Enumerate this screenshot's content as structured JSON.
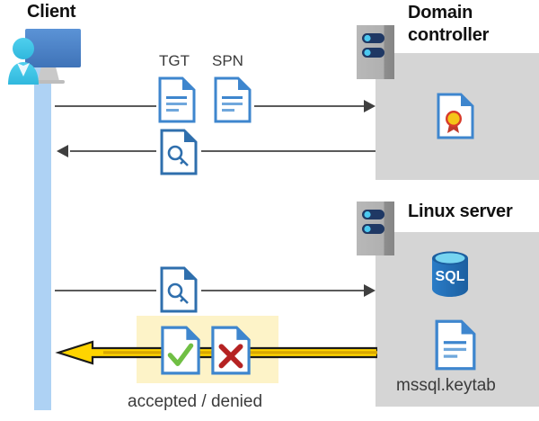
{
  "diagram": {
    "title_client": "Client",
    "title_domain_controller": "Domain\ncontroller",
    "title_domain_controller_line1": "Domain",
    "title_domain_controller_line2": "controller",
    "title_linux_server": "Linux server",
    "label_tgt": "TGT",
    "label_spn": "SPN",
    "label_keytab": "mssql.keytab",
    "label_accepted_denied": "accepted / denied",
    "colors": {
      "lifeline": "#aed2f4",
      "gray_box": "#d5d5d5",
      "highlight": "#fdf3c8",
      "arrow_gold": "#ffd400",
      "arrow_gray": "#3f3f3f",
      "doc_blue": "#3e86ce",
      "monitor_blue": "#4a84c8",
      "person_cyan": "#3fc3e8",
      "sql_blue": "#1f6fb5",
      "check_green": "#70bf44",
      "cross_red": "#b52222",
      "seal_gold": "#f5c518",
      "ribbon_red": "#c0392b",
      "server_gray": "#a8a8a8",
      "server_navy": "#1f3864",
      "text_dark": "#111111",
      "text_gray": "#3b3b3b"
    },
    "icons": [
      {
        "name": "client-workstation-icon",
        "label": "Client"
      },
      {
        "name": "tgt-document-icon",
        "label": "TGT"
      },
      {
        "name": "spn-document-icon",
        "label": "SPN"
      },
      {
        "name": "ticket-key-document-icon-1",
        "label": ""
      },
      {
        "name": "ticket-key-document-icon-2",
        "label": ""
      },
      {
        "name": "server-rack-icon-domain-controller",
        "label": ""
      },
      {
        "name": "certificate-document-icon",
        "label": ""
      },
      {
        "name": "server-rack-icon-linux",
        "label": ""
      },
      {
        "name": "sql-database-icon",
        "label": "SQL"
      },
      {
        "name": "keytab-document-icon",
        "label": "mssql.keytab"
      },
      {
        "name": "accepted-document-icon",
        "label": ""
      },
      {
        "name": "denied-document-icon",
        "label": ""
      }
    ],
    "flows": [
      {
        "name": "flow-request-tgt-spn",
        "direction": "right",
        "style": "gray"
      },
      {
        "name": "flow-return-ticket",
        "direction": "left",
        "style": "gray"
      },
      {
        "name": "flow-present-ticket",
        "direction": "right",
        "style": "gray"
      },
      {
        "name": "flow-auth-result",
        "direction": "left",
        "style": "gold"
      }
    ],
    "sql_text": "SQL"
  }
}
